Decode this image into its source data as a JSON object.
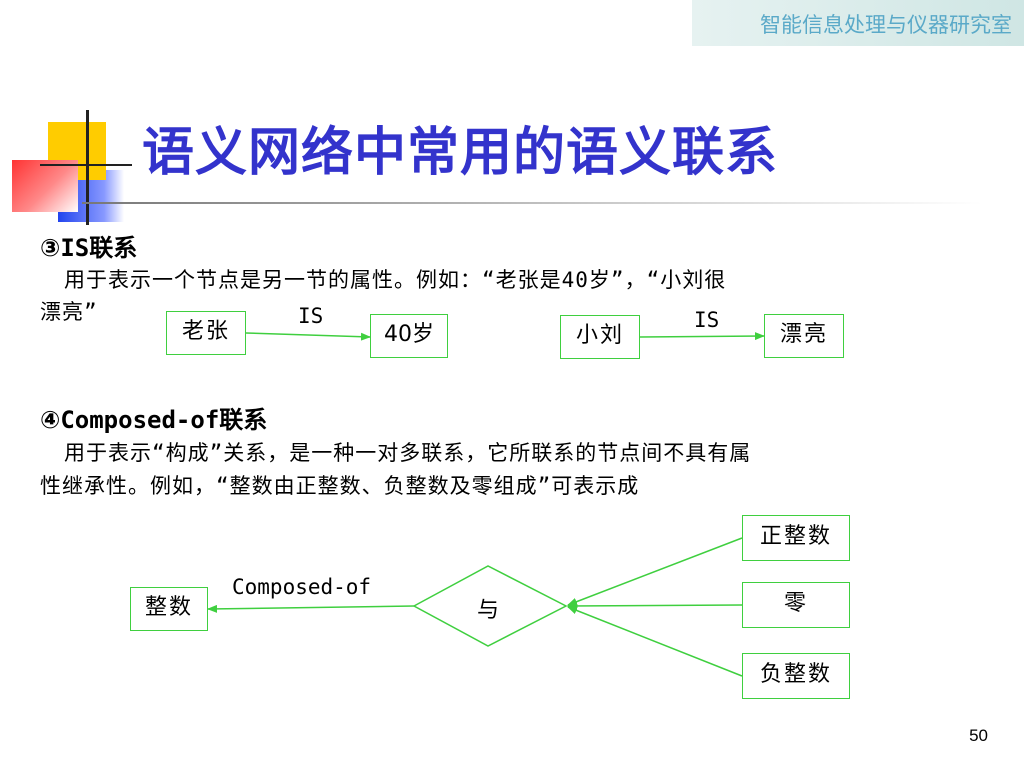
{
  "header": {
    "lab_name": "智能信息处理与仪器研究室"
  },
  "title": "语义网络中常用的语义联系",
  "section_is": {
    "marker": "③",
    "keyword": "IS",
    "suffix": "联系",
    "line1": "用于表示一个节点是另一节的属性。例如：“老张是40岁”，“小刘很",
    "line2": "漂亮”",
    "examples": [
      {
        "from": "老张",
        "relation": "IS",
        "to": "40岁"
      },
      {
        "from": "小刘",
        "relation": "IS",
        "to": "漂亮"
      }
    ]
  },
  "section_composed": {
    "marker": "④",
    "keyword": "Composed-of",
    "suffix": "联系",
    "line1": "用于表示“构成”关系，是一种一对多联系，它所联系的节点间不具有属",
    "line2": "性继承性。例如，“整数由正整数、负整数及零组成”可表示成",
    "diagram": {
      "whole": "整数",
      "relation": "Composed-of",
      "connector": "与",
      "parts": [
        "正整数",
        "零",
        "负整数"
      ]
    }
  },
  "page_number": "50",
  "colors": {
    "title": "#3333cc",
    "lab_name": "#5aa9c8",
    "line": "#3fcf3f"
  }
}
